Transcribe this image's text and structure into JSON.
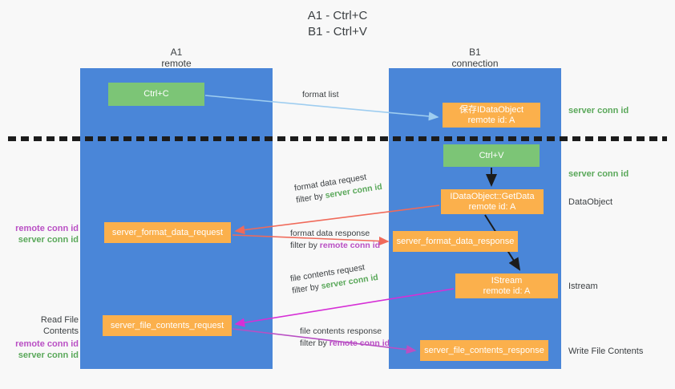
{
  "title": "A1 - Ctrl+C\nB1 - Ctrl+V",
  "columns": {
    "left": {
      "name": "A1",
      "subtitle": "remote",
      "header": "A1\nremote"
    },
    "right": {
      "name": "B1",
      "subtitle": "connection",
      "header": "B1\nconnection"
    }
  },
  "nodes": {
    "ctrl_c": {
      "label": "Ctrl+C",
      "color": "#7cc576"
    },
    "save_idataobject": {
      "label": "保存IDataObject\nremote id: A",
      "color": "#fbb04c"
    },
    "ctrl_v": {
      "label": "Ctrl+V",
      "color": "#7cc576"
    },
    "idataobject_getdata": {
      "label": "IDataObject::GetData\nremote id: A",
      "color": "#fbb04c"
    },
    "server_format_data_request": {
      "label": "server_format_data_request",
      "color": "#fbb04c"
    },
    "server_format_data_response": {
      "label": "server_format_data_response",
      "color": "#fbb04c"
    },
    "istream": {
      "label": "IStream\nremote id: A",
      "color": "#fbb04c"
    },
    "server_file_contents_request": {
      "label": "server_file_contents_request",
      "color": "#fbb04c"
    },
    "server_file_contents_response": {
      "label": "server_file_contents_response",
      "color": "#fbb04c"
    }
  },
  "edge_labels": {
    "format_list": "format list",
    "format_data_request": "format data request",
    "format_data_request_filter_prefix": "filter by ",
    "format_data_request_filter_value": "server conn id",
    "format_data_response": "format data response",
    "format_data_response_filter_prefix": "filter by ",
    "format_data_response_filter_value": "remote conn id",
    "file_contents_request": "file contents request",
    "file_contents_request_filter_prefix": "filter by ",
    "file_contents_request_filter_value": "server conn id",
    "file_contents_response": "file contents response",
    "file_contents_response_filter_prefix": "filter by ",
    "file_contents_response_filter_value": "remote conn id"
  },
  "annotations": {
    "server_conn_id_top": "server conn id",
    "server_conn_id_mid": "server conn id",
    "dataobject": "DataObject",
    "istream": "Istream",
    "write_file_contents": "Write File Contents",
    "read_file_contents": "Read File Contents",
    "remote_conn_id": "remote conn id",
    "server_conn_id": "server conn id"
  },
  "colors": {
    "lane": "#4a86d8",
    "green_node": "#7cc576",
    "orange_node": "#fbb04c",
    "green_text": "#5aa85a",
    "purple_text": "#b94fc4",
    "background": "#f8f8f8",
    "arrow_format_list": "#9ecdf0",
    "arrow_format_data": "#f06a5a",
    "arrow_file_contents": "#d62fd6",
    "arrow_black": "#1c1c1c",
    "divider": "#1c1c1c"
  }
}
